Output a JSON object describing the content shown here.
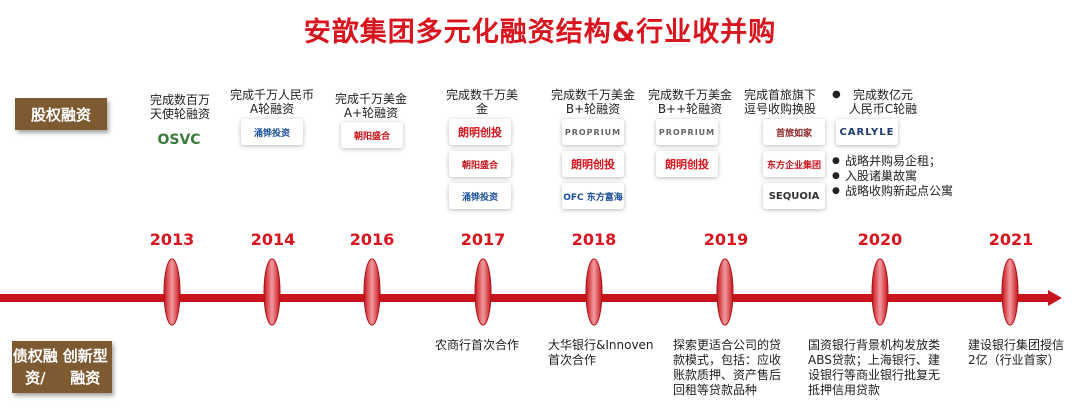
{
  "title": "安歆集团多元化融资结构&行业收并购",
  "labels": {
    "equity": "股权融资",
    "debt_line1": "债权融资/",
    "debt_line2": "创新型融资"
  },
  "colors": {
    "accent": "#d8141e",
    "label_bg": "#7e5a33",
    "arrow": "#c8141c"
  },
  "years": [
    "2013",
    "2014",
    "2016",
    "2017",
    "2018",
    "2019",
    "2020",
    "2021"
  ],
  "equity": [
    {
      "text": "完成数百万\n天使轮融资",
      "logos": [
        "OSVC"
      ]
    },
    {
      "text": "完成千万人民币\nA轮融资",
      "logos": [
        "涌铧投资"
      ]
    },
    {
      "text": "完成千万美金\nA+轮融资",
      "logos": [
        "朝阳盛合"
      ]
    },
    {
      "text": "完成数千万美\n金",
      "logos": [
        "朗明创投",
        "朝阳盛合",
        "涌铧投资"
      ]
    },
    {
      "text": "完成数千万美金\nB+轮融资",
      "logos": [
        "PROPRIUM",
        "朗明创投",
        "OFC 东方富海"
      ]
    },
    {
      "text": "完成数千万美金\nB++轮融资",
      "logos": [
        "PROPRIUM",
        "朗明创投"
      ]
    },
    {
      "text": "完成首旅旗下\n逗号收购换股",
      "logos": [
        "首旅如家",
        "东方企业集团",
        "SEQUOIA"
      ]
    },
    {
      "text": "完成数亿元\n人民币C轮融",
      "logos": [
        "CARLYLE"
      ]
    }
  ],
  "bullets": [
    "战略并购易企租；",
    "入股诸巢故寓",
    "战略收购新起点公寓"
  ],
  "debt": [
    {
      "text": "农商行首次合作"
    },
    {
      "text": "大华银行&Innoven\n首次合作"
    },
    {
      "text": "探索更适合公司的贷\n款模式，包括：应收\n账款质押、资产售后\n回租等贷款品种"
    },
    {
      "text": "国资银行背景机构发放类\nABS贷款；上海银行、建\n设银行等商业银行批复无\n抵押信用贷款"
    },
    {
      "text": "建设银行集团授信\n2亿（行业首家）"
    }
  ]
}
